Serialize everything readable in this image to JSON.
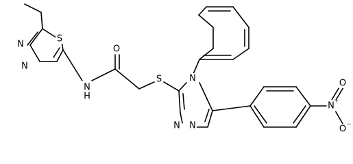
{
  "atom_labels": {
    "s_thiadiazole": "S",
    "n_thiadiazole_3": "N",
    "n_thiadiazole_4": "N",
    "nh_amide": "N",
    "h_amide": "H",
    "o_carbonyl": "O",
    "s_thioether": "S",
    "n_triazole_4": "N",
    "n_triazole_1": "N",
    "n_triazole_2": "N",
    "n_nitro": "N",
    "n_nitro_charge": "+",
    "o_nitro_top": "O",
    "o_nitro_bottom": "O",
    "o_nitro_charge": "−"
  }
}
